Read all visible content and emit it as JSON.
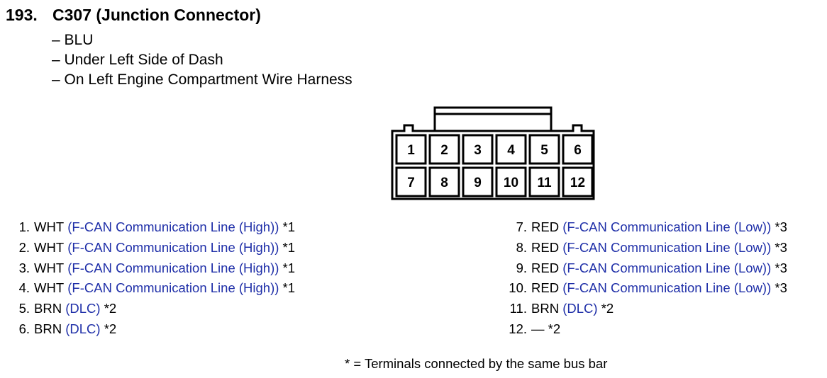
{
  "title": {
    "number": "193.",
    "text": "C307 (Junction Connector)"
  },
  "details": [
    "– BLU",
    "– Under Left Side of Dash",
    "– On Left Engine Compartment Wire Harness"
  ],
  "connector": {
    "rows": [
      [
        "1",
        "2",
        "3",
        "4",
        "5",
        "6"
      ],
      [
        "7",
        "8",
        "9",
        "10",
        "11",
        "12"
      ]
    ]
  },
  "pins_left": [
    {
      "num": "1.",
      "color": "WHT",
      "desc": "(F-CAN Communication Line (High))",
      "note": "*1"
    },
    {
      "num": "2.",
      "color": "WHT",
      "desc": "(F-CAN Communication Line (High))",
      "note": "*1"
    },
    {
      "num": "3.",
      "color": "WHT",
      "desc": "(F-CAN Communication Line (High))",
      "note": "*1"
    },
    {
      "num": "4.",
      "color": "WHT",
      "desc": "(F-CAN Communication Line (High))",
      "note": "*1"
    },
    {
      "num": "5.",
      "color": "BRN",
      "desc": "(DLC)",
      "note": "*2"
    },
    {
      "num": "6.",
      "color": "BRN",
      "desc": "(DLC)",
      "note": "*2"
    }
  ],
  "pins_right": [
    {
      "num": "7.",
      "color": "RED",
      "desc": "(F-CAN Communication Line (Low))",
      "note": "*3"
    },
    {
      "num": "8.",
      "color": "RED",
      "desc": "(F-CAN Communication Line (Low))",
      "note": "*3"
    },
    {
      "num": "9.",
      "color": "RED",
      "desc": "(F-CAN Communication Line (Low))",
      "note": "*3"
    },
    {
      "num": "10.",
      "color": "RED",
      "desc": "(F-CAN Communication Line (Low))",
      "note": "*3"
    },
    {
      "num": "11.",
      "color": "BRN",
      "desc": "(DLC)",
      "note": "*2"
    },
    {
      "num": "12.",
      "color": "—",
      "desc": "",
      "note": "*2"
    }
  ],
  "footnote": "* = Terminals connected by the same bus bar",
  "colors": {
    "description_text": "#1f2fa8"
  }
}
